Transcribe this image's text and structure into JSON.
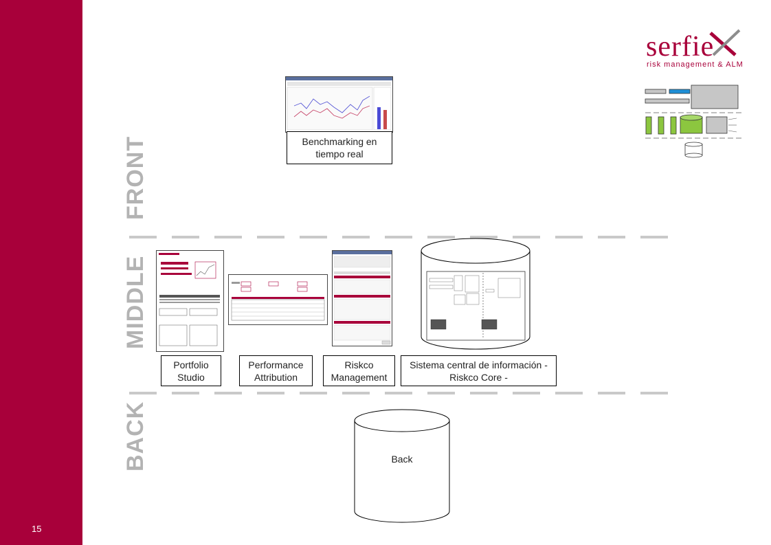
{
  "slide": {
    "page_number": "15"
  },
  "logo": {
    "brand": "serfieX",
    "brand_main": "serfie",
    "tagline": "risk management & ALM"
  },
  "layers": {
    "front": "FRONT",
    "middle": "MIDDLE",
    "back": "BACK"
  },
  "boxes": {
    "benchmarking": "Benchmarking en tiempo real",
    "portfolio": "Portfolio Studio",
    "performance": "Performance Attribution",
    "riskco_mgmt": "Riskco Management",
    "core": "Sistema central de información - Riskco Core -",
    "back": "Back"
  },
  "colors": {
    "brand": "#a8003a",
    "layer_text": "#b3b3b3",
    "dash": "#c9c9c9"
  }
}
